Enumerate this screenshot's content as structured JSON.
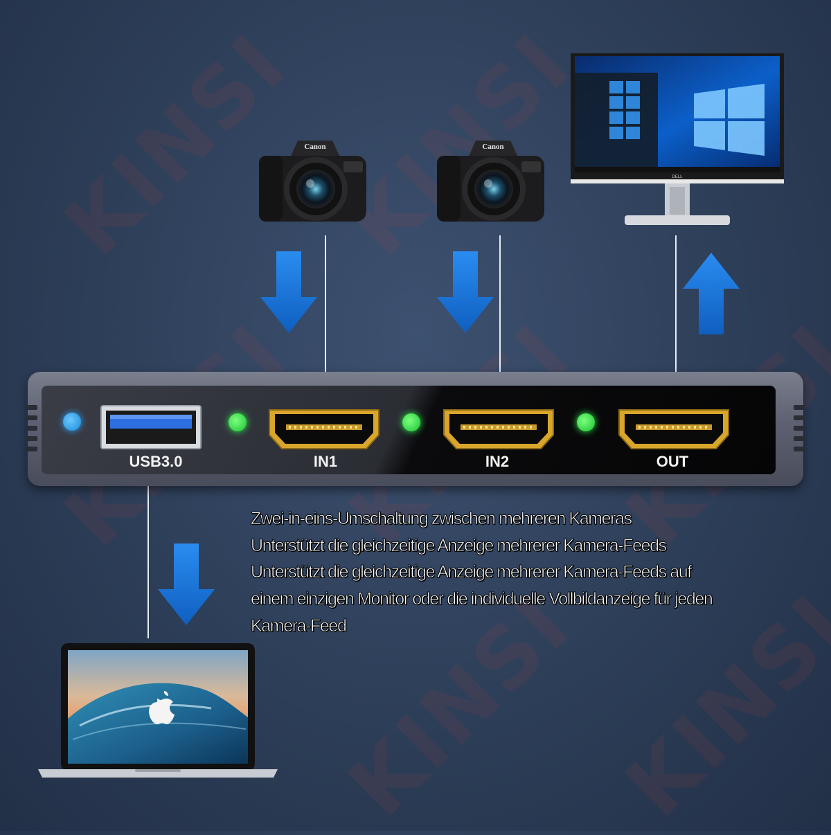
{
  "watermark": "KINSI",
  "ports": {
    "usb": "USB3.0",
    "in1": "IN1",
    "in2": "IN2",
    "out": "OUT"
  },
  "camera_brand": "Canon",
  "monitor_brand": "DELL",
  "description_lines": [
    "Zwei-in-eins-Umschaltung zwischen mehreren Kameras",
    "Unterstützt die gleichzeitige Anzeige mehrerer Kamera-Feeds",
    "Unterstützt die gleichzeitige Anzeige mehrerer Kamera-Feeds auf",
    "einem einzigen Monitor oder die individuelle Vollbildanzeige für jeden",
    "Kamera-Feed"
  ],
  "colors": {
    "background": "#2d3e58",
    "arrow": "#1e7fe0",
    "led_blue": "#1a8ad8",
    "led_green": "#18c234",
    "hdmi_gold": "#d9a62c"
  },
  "icons": [
    "camera-icon",
    "monitor-icon",
    "laptop-icon",
    "apple-logo-icon",
    "arrow-down-icon",
    "arrow-up-icon"
  ]
}
